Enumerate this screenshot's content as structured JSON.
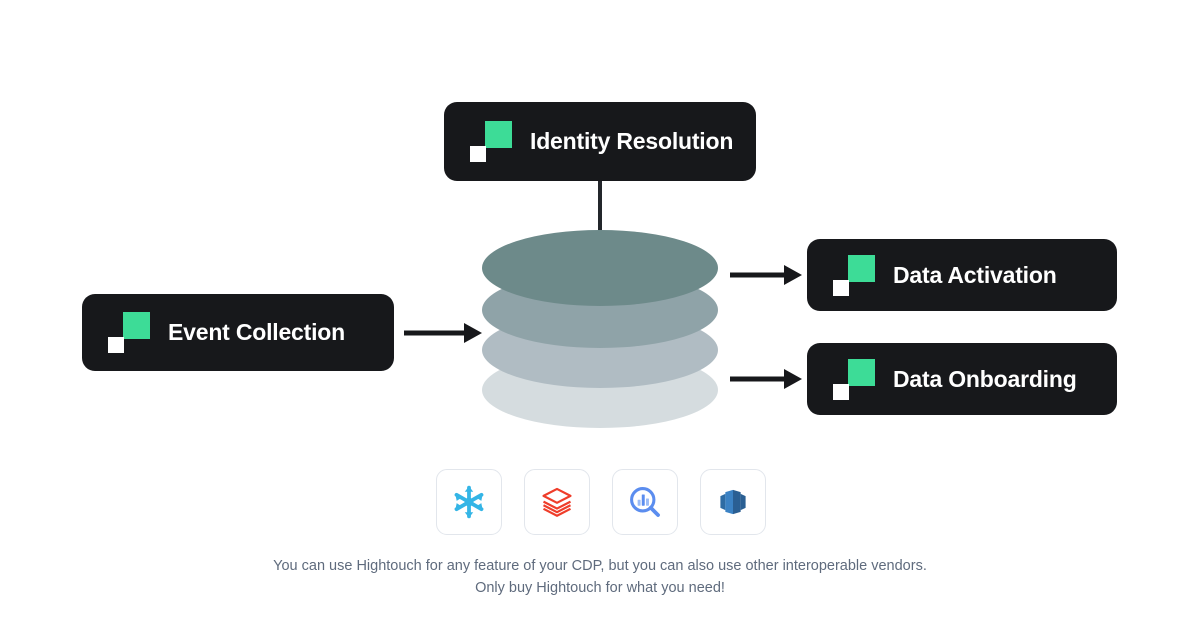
{
  "diagram": {
    "title": "Hightouch Composable CDP architecture",
    "brand_color": "#3ddc97",
    "card_color": "#17181b",
    "cards": [
      {
        "id": "identity",
        "label": "Identity Resolution",
        "logo": "hightouch-logo"
      },
      {
        "id": "event",
        "label": "Event Collection",
        "logo": "hightouch-logo"
      },
      {
        "id": "activation",
        "label": "Data Activation",
        "logo": "hightouch-logo"
      },
      {
        "id": "onboarding",
        "label": "Data Onboarding",
        "logo": "hightouch-logo"
      }
    ],
    "warehouse": {
      "name": "data-warehouse-stack",
      "layer_colors": [
        "#6d8a8a",
        "#8fa3a8",
        "#b0bcc3",
        "#d5dcdf"
      ],
      "layer_count": 4
    },
    "connectors": [
      {
        "name": "identity-to-warehouse",
        "type": "line",
        "color": "#23262b"
      },
      {
        "name": "event-to-warehouse",
        "type": "arrow",
        "color": "#17181b"
      },
      {
        "name": "warehouse-to-activation",
        "type": "arrow",
        "color": "#17181b"
      },
      {
        "name": "warehouse-to-onboarding",
        "type": "arrow",
        "color": "#17181b"
      }
    ],
    "vendors": [
      {
        "id": "snowflake",
        "name": "snowflake-icon",
        "color": "#34b5e6"
      },
      {
        "id": "databricks",
        "name": "databricks-icon",
        "color": "#ef3d2a"
      },
      {
        "id": "bigquery",
        "name": "bigquery-icon",
        "color": "#5b8def"
      },
      {
        "id": "redshift",
        "name": "redshift-icon",
        "color": "#2e6ca4"
      }
    ],
    "caption": {
      "line1": "You can use Hightouch for any feature of your CDP, but you can also use other interoperable vendors.",
      "line2": "Only buy Hightouch for what you need!",
      "color": "#5f6b7d"
    }
  }
}
